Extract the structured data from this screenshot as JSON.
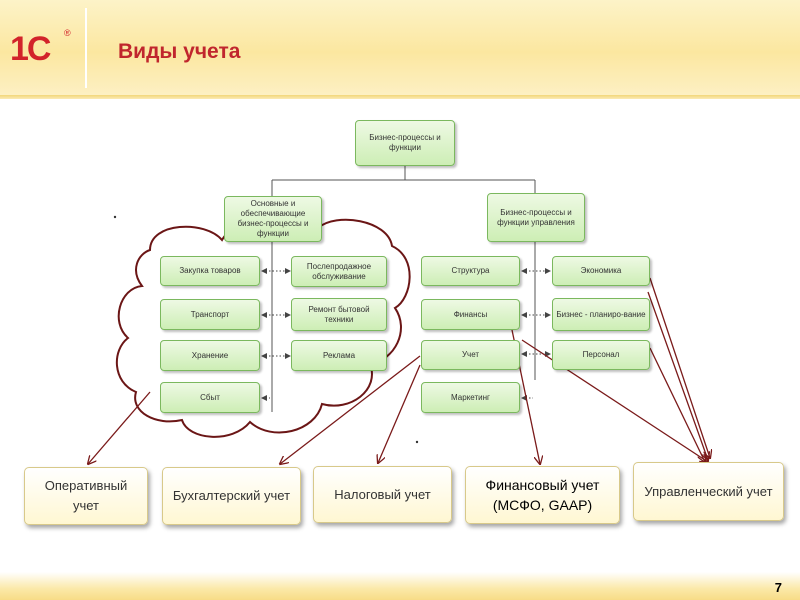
{
  "header": {
    "logo": "1С",
    "title": "Виды учета"
  },
  "page_number": "7",
  "diagram": {
    "root": "Бизнес-процессы и функции",
    "main_branch": "Основные и обеспечивающие бизнес-процессы и функции",
    "mgmt_branch": "Бизнес-процессы и функции управления",
    "main_left": [
      "Закупка товаров",
      "Транспорт",
      "Хранение",
      "Сбыт"
    ],
    "main_right": [
      "Послепродажное обслуживание",
      "Ремонт бытовой техники",
      "Реклама"
    ],
    "mgmt_left": [
      "Структура",
      "Финансы",
      "Учет",
      "Маркетинг"
    ],
    "mgmt_right": [
      "Экономика",
      "Бизнес - планиро-вание",
      "Персонал"
    ]
  },
  "accounting_types": [
    "Оперативный учет",
    "Бухгалтерский учет",
    "Налоговый учет",
    "Финансовый учет (МСФО, GAAP)",
    "Управленческий учет"
  ],
  "colors": {
    "accent": "#c0262d",
    "arrow": "#7a1a1a",
    "box_green": "#cdeeb5",
    "box_border": "#7bb85e",
    "cloud": "#6b1616"
  }
}
